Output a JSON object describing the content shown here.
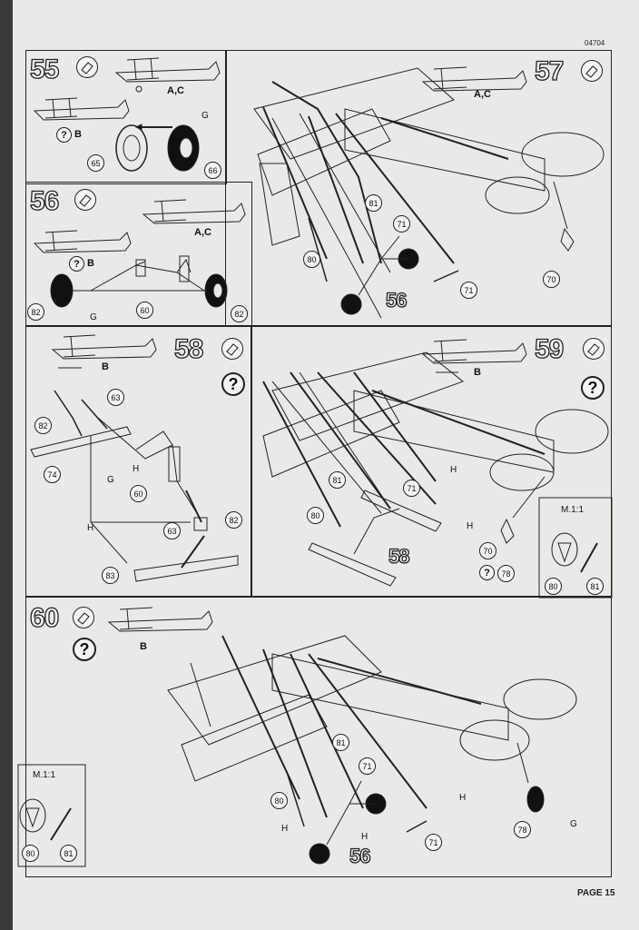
{
  "doc_code": "04704",
  "page_label": "PAGE 15",
  "steps": {
    "s55": {
      "number": "55",
      "variant_ac": "A,C",
      "variant_b": "B",
      "parts": [
        "65",
        "66"
      ],
      "marks": [
        "G"
      ]
    },
    "s56": {
      "number": "56",
      "variant_ac": "A,C",
      "variant_b": "B",
      "parts": [
        "82",
        "60",
        "82"
      ],
      "marks": [
        "G"
      ]
    },
    "s57": {
      "number": "57",
      "variant_ac": "A,C",
      "parts": [
        "81",
        "71",
        "80",
        "71",
        "70"
      ],
      "sub_label": "56"
    },
    "s58": {
      "number": "58",
      "variant_b": "B",
      "parts": [
        "63",
        "82",
        "74",
        "60",
        "63",
        "82",
        "83"
      ],
      "marks": [
        "H",
        "G",
        "H"
      ]
    },
    "s59": {
      "number": "59",
      "variant_b": "B",
      "parts": [
        "81",
        "71",
        "80",
        "70",
        "78"
      ],
      "marks": [
        "H",
        "H"
      ],
      "sub_label": "58",
      "scale": "M.1:1",
      "scale_parts": [
        "80",
        "81"
      ]
    },
    "s60": {
      "number": "60",
      "variant_b": "B",
      "parts": [
        "81",
        "71",
        "80",
        "71",
        "78"
      ],
      "marks": [
        "H",
        "H",
        "H",
        "G"
      ],
      "sub_label": "56",
      "scale": "M.1:1",
      "scale_parts": [
        "80",
        "81"
      ]
    }
  },
  "question_mark": "?",
  "icons": [
    "glue-icon",
    "help-icon",
    "decal-icon"
  ]
}
